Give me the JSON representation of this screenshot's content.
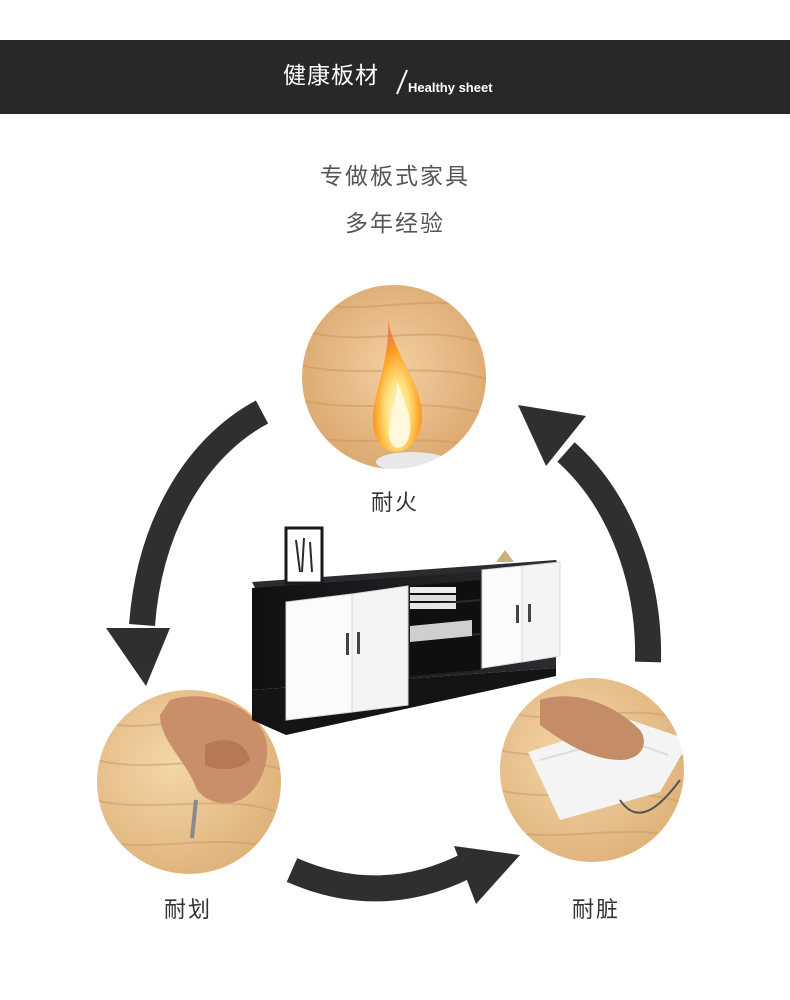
{
  "header": {
    "title": "健康板材",
    "subtitle": "Healthy sheet"
  },
  "intro": {
    "line1": "专做板式家具",
    "line2": "多年经验"
  },
  "features": [
    {
      "label": "耐火",
      "icon": "flame-on-wood"
    },
    {
      "label": "耐划",
      "icon": "knife-scratching-wood"
    },
    {
      "label": "耐脏",
      "icon": "cloth-wiping-wood"
    }
  ],
  "colors": {
    "header_bg": "#282828",
    "arrow": "#2f2f2f",
    "wood": "#e2b57d",
    "cabinet_body": "#1e1f21",
    "cabinet_door": "#fbfbfb"
  }
}
